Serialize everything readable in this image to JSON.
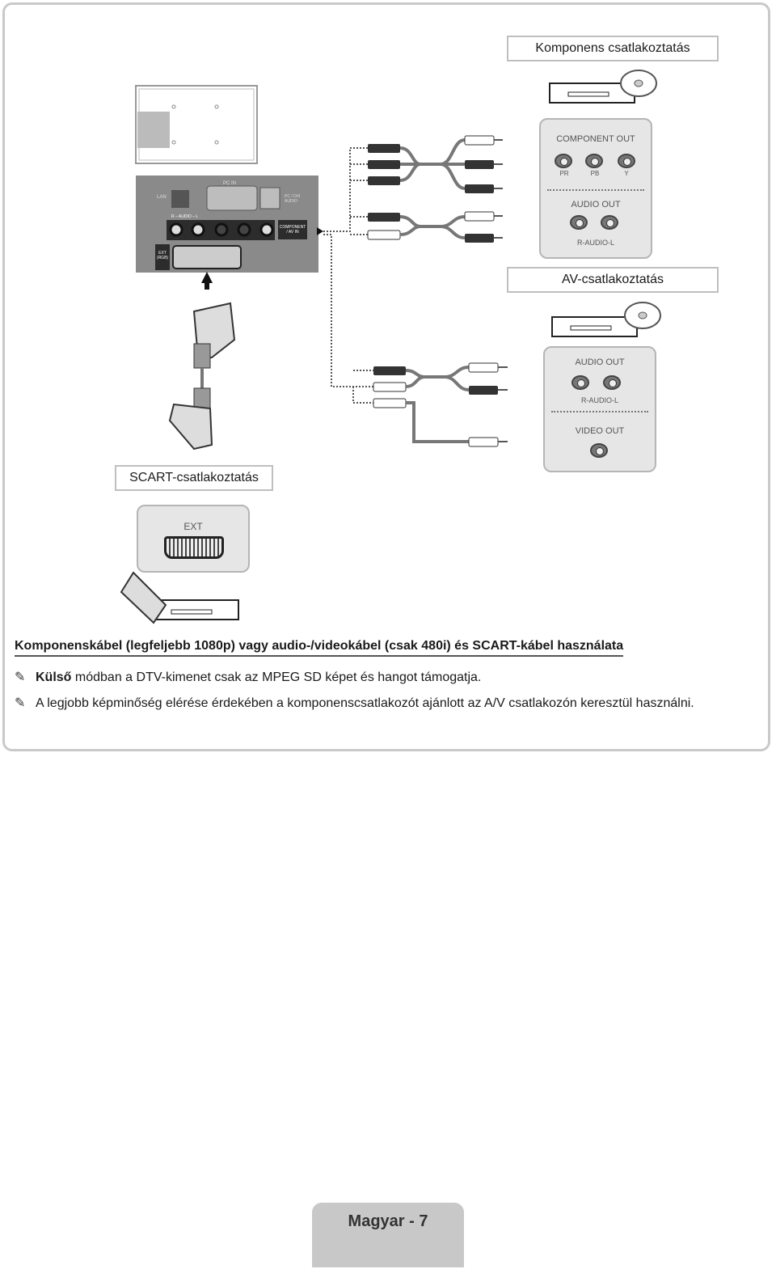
{
  "labels": {
    "component": "Komponens csatlakoztatás",
    "av": "AV-csatlakoztatás",
    "scart": "SCART-csatlakoztatás"
  },
  "component_panel": {
    "title": "COMPONENT OUT",
    "jacks": [
      "PR",
      "PB",
      "Y"
    ],
    "audio_title": "AUDIO OUT",
    "audio_sub": "R-AUDIO-L"
  },
  "av_panel": {
    "audio_title": "AUDIO OUT",
    "audio_sub": "R-AUDIO-L",
    "video_title": "VIDEO OUT"
  },
  "scart_panel": {
    "title": "EXT"
  },
  "tv_panel": {
    "lan": "LAN",
    "pc_in": "PC IN",
    "pc_dvi_audio": "PC / DVI AUDIO",
    "audio": "R – AUDIO – L",
    "component_av_in": "COMPONENT / AV IN",
    "ext_rgb": "EXT (RGB)"
  },
  "text": {
    "heading": "Komponenskábel (legfeljebb 1080p) vagy audio-/videokábel (csak 480i) és SCART-kábel használata",
    "note1_bold": "Külső",
    "note1_rest": " módban a DTV-kimenet csak az MPEG SD képet és hangot támogatja.",
    "note2": "A legjobb képminőség elérése érdekében a komponenscsatlakozót ajánlott az A/V csatlakozón keresztül használni."
  },
  "footer": {
    "page": "Magyar - 7"
  },
  "colors": {
    "frame": "#c9c9c9",
    "panel": "#e6e6e6",
    "footer": "#c8c8c8"
  }
}
